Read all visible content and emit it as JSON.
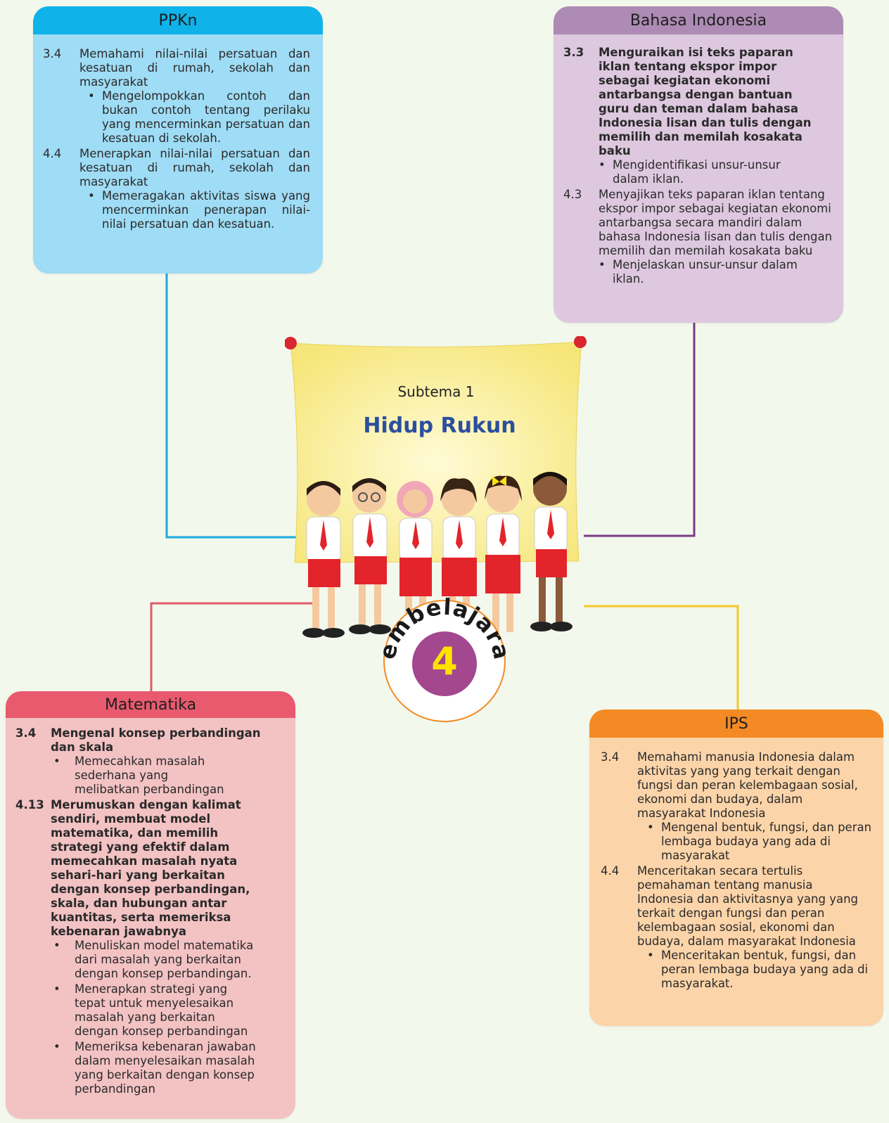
{
  "ppkn": {
    "title": "PPKn",
    "items": [
      {
        "num": "3.4",
        "text": "Memahami nilai-nilai persatuan dan kesatuan di rumah, sekolah dan masyarakat",
        "sub": "Mengelompokkan contoh dan bukan contoh tentang perilaku yang mencerminkan persatuan dan kesatuan di sekolah."
      },
      {
        "num": "4.4",
        "text": "Menerapkan nilai-nilai persatuan dan kesatuan di rumah, sekolah dan masyarakat",
        "sub": "Memeragakan aktivitas siswa yang mencerminkan penerapan nilai-nilai persatuan dan kesatuan."
      }
    ]
  },
  "bindo": {
    "title": "Bahasa Indonesia",
    "items": [
      {
        "num": "3.3",
        "text": "Menguraikan isi teks paparan iklan tentang ekspor impor sebagai kegiatan ekonomi antarbangsa dengan bantuan guru dan teman dalam bahasa Indonesia lisan dan tulis dengan memilih dan memilah kosakata baku",
        "sub": "Mengidentifikasi unsur-unsur dalam iklan."
      },
      {
        "num": "4.3",
        "text": "Menyajikan teks paparan iklan tentang ekspor impor sebagai kegiatan ekonomi antarbangsa secara mandiri dalam bahasa Indonesia lisan dan tulis dengan memilih dan memilah kosakata baku",
        "sub": "Menjelaskan unsur-unsur dalam iklan."
      }
    ]
  },
  "mtk": {
    "title": "Matematika",
    "items": [
      {
        "num": "3.4",
        "text": "Mengenal konsep perbandingan dan skala",
        "subs": [
          "Memecahkan masalah sederhana yang  melibatkan perbandingan"
        ]
      },
      {
        "num": "4.13",
        "text": "Merumuskan dengan kalimat sendiri, membuat model matematika, dan memilih strategi yang efektif dalam memecahkan masalah nyata sehari-hari yang berkaitan dengan konsep perbandingan, skala, dan hubungan antar kuantitas, serta memeriksa kebenaran jawabnya",
        "subs": [
          "Menuliskan model matematika dari masalah yang berkaitan dengan konsep perbandingan.",
          "Menerapkan strategi yang tepat untuk menyelesaikan masalah yang berkaitan dengan konsep perbandingan",
          "Memeriksa kebenaran jawaban dalam menyelesaikan masalah yang berkaitan dengan konsep perbandingan"
        ]
      }
    ]
  },
  "ips": {
    "title": "IPS",
    "items": [
      {
        "num": "3.4",
        "text": "Memahami manusia Indonesia dalam aktivitas yang yang terkait dengan fungsi dan peran kelembagaan sosial, ekonomi dan budaya, dalam masyarakat Indonesia",
        "sub": "Mengenal bentuk, fungsi, dan peran lembaga budaya yang ada di masyarakat"
      },
      {
        "num": "4.4",
        "text": "Menceritakan secara tertulis pemahaman tentang manusia Indonesia dan aktivitasnya yang yang terkait dengan fungsi dan peran kelembagaan sosial, ekonomi dan budaya, dalam masyarakat Indonesia",
        "sub": "Menceritakan bentuk, fungsi, dan peran lembaga budaya yang ada di masyarakat."
      }
    ]
  },
  "center": {
    "subtema_label": "Subtema 1",
    "subtema_title": "Hidup Rukun",
    "badge_word": "Pembelajaran",
    "badge_number": "4"
  },
  "colors": {
    "ppkn": "#0fb3ea",
    "bindo": "#ad8bb4",
    "mtk": "#e95a6e",
    "ips": "#f38a24",
    "badge": "#a3478f",
    "badge_number": "#ffe200"
  }
}
